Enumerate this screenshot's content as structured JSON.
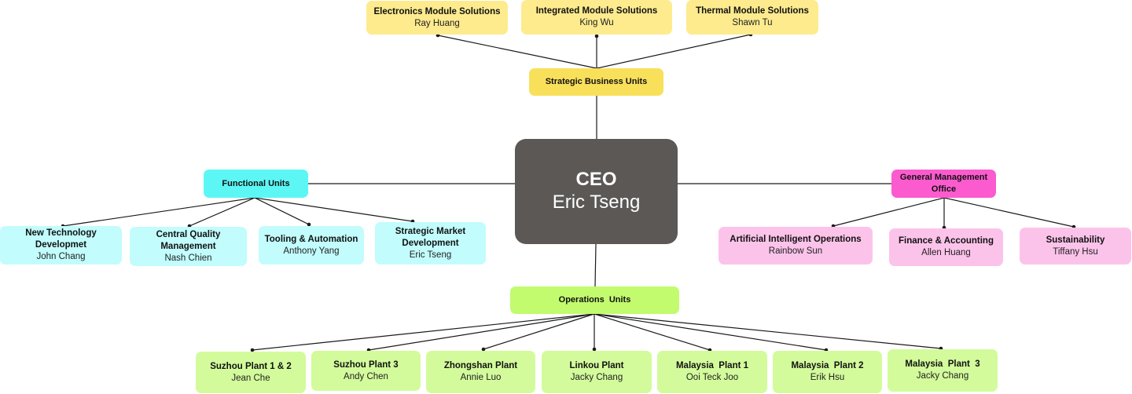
{
  "ceo": {
    "title": "CEO",
    "name": "Eric Tseng",
    "color": "#5b5856"
  },
  "strategic": {
    "label": "Strategic Business Units",
    "color": "#f9e05b",
    "child_color": "#fdeb8e",
    "children": [
      {
        "title": "Electronics Module Solutions",
        "name": "Ray Huang"
      },
      {
        "title": "Integrated Module Solutions",
        "name": "King Wu"
      },
      {
        "title": "Thermal Module Solutions",
        "name": "Shawn Tu"
      }
    ]
  },
  "functional": {
    "label": "Functional Units",
    "color": "#5cf7f5",
    "child_color": "#c2fcfc",
    "children": [
      {
        "title": "New Technology Developmet",
        "name": "John Chang"
      },
      {
        "title": "Central Quality Management",
        "name": "Nash Chien"
      },
      {
        "title": "Tooling & Automation",
        "name": "Anthony Yang"
      },
      {
        "title": "Strategic Market Development",
        "name": "Eric Tseng"
      }
    ]
  },
  "general": {
    "label": "General Management Office",
    "color": "#fb5bce",
    "child_color": "#fcc3ea",
    "children": [
      {
        "title": "Artificial Intelligent Operations",
        "name": "Rainbow Sun"
      },
      {
        "title": "Finance & Accounting",
        "name": "Allen Huang"
      },
      {
        "title": "Sustainability",
        "name": "Tiffany Hsu"
      }
    ]
  },
  "operations": {
    "label": "Operations  Units",
    "color": "#c2fb6e",
    "child_color": "#d3fb9b",
    "children": [
      {
        "title": "Suzhou Plant 1 & 2",
        "name": "Jean Che"
      },
      {
        "title": "Suzhou Plant 3",
        "name": "Andy Chen"
      },
      {
        "title": "Zhongshan Plant",
        "name": "Annie Luo"
      },
      {
        "title": "Linkou Plant",
        "name": "Jacky Chang"
      },
      {
        "title": "Malaysia  Plant 1",
        "name": "Ooi Teck Joo"
      },
      {
        "title": "Malaysia  Plant 2",
        "name": "Erik Hsu"
      },
      {
        "title": "Malaysia  Plant  3",
        "name": "Jacky Chang"
      }
    ]
  }
}
